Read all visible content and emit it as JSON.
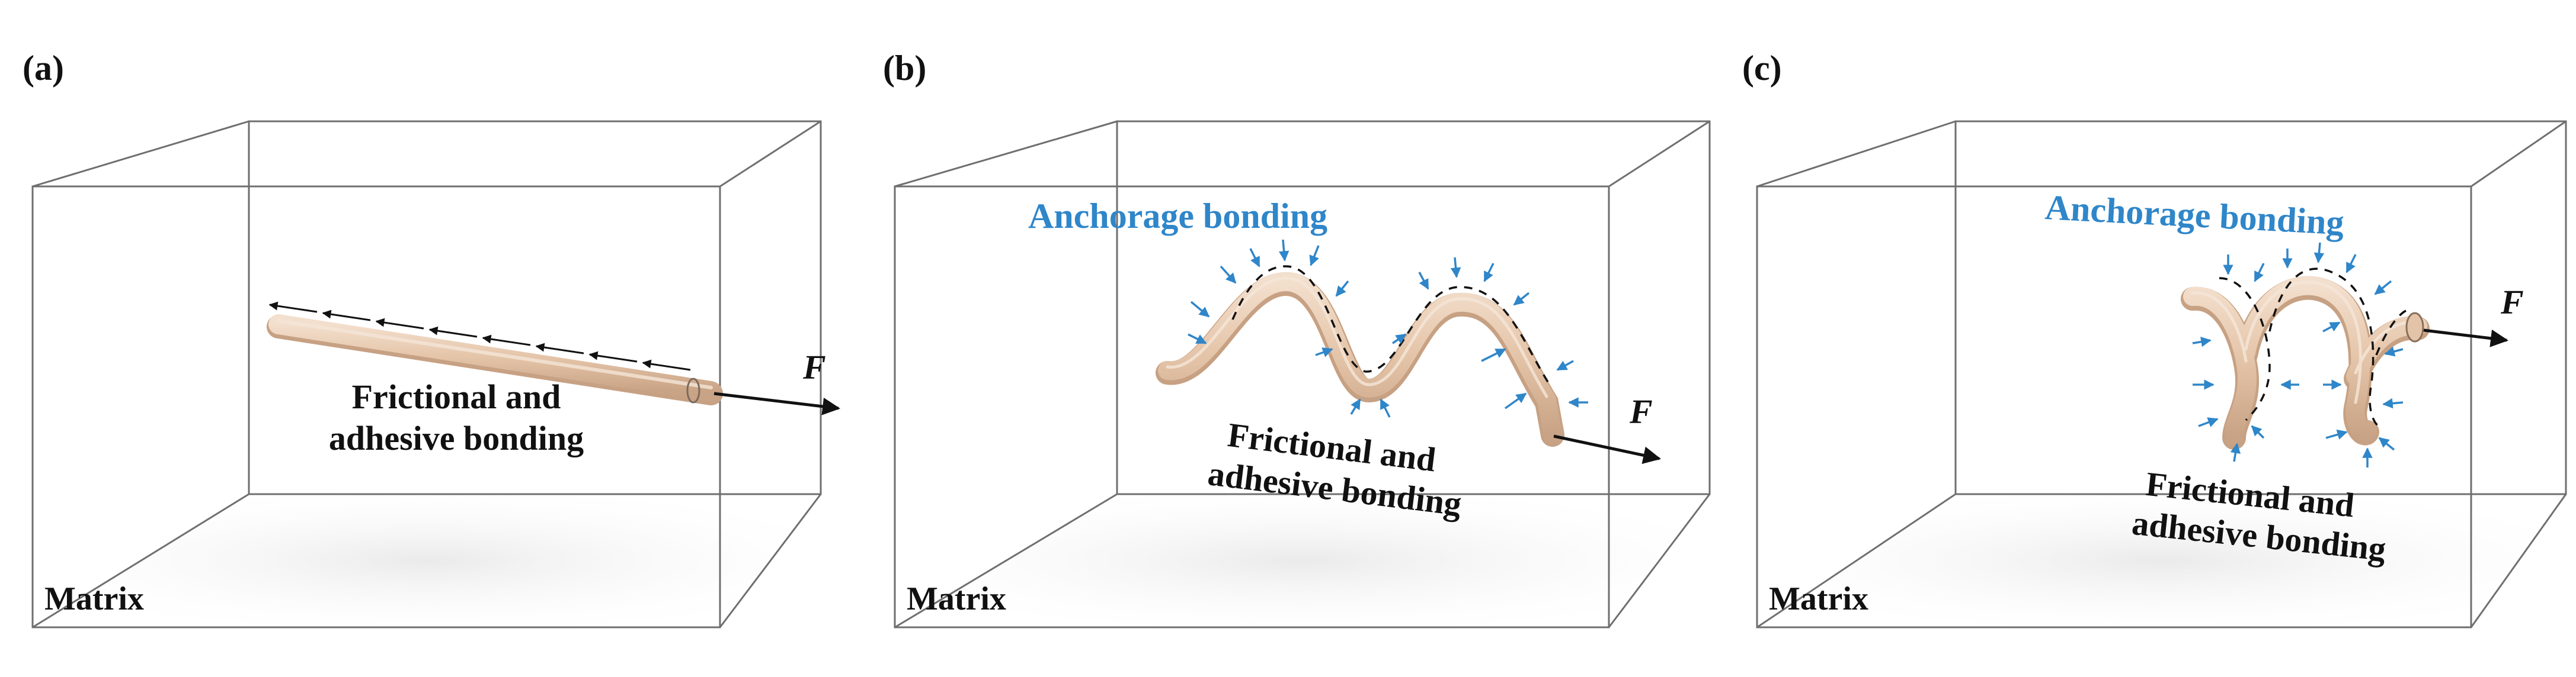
{
  "panels": [
    {
      "id": "a",
      "letter": "(a)",
      "matrix_label": "Matrix",
      "bond_line1": "Frictional and",
      "bond_line2": "adhesive bonding",
      "force_label": "F",
      "anchorage_label": ""
    },
    {
      "id": "b",
      "letter": "(b)",
      "matrix_label": "Matrix",
      "bond_line1": "Frictional and",
      "bond_line2": "adhesive bonding",
      "force_label": "F",
      "anchorage_label": "Anchorage bonding"
    },
    {
      "id": "c",
      "letter": "(c)",
      "matrix_label": "Matrix",
      "bond_line1": "Frictional and",
      "bond_line2": "adhesive bonding",
      "force_label": "F",
      "anchorage_label": "Anchorage bonding"
    }
  ],
  "colors": {
    "fiber": "#e6c9b0",
    "fiber_edge": "#c9a486",
    "anchorage_text": "#2f86c9",
    "anchorage_arrows": "#2f86c9",
    "box_edges": "#6f6f6f"
  }
}
